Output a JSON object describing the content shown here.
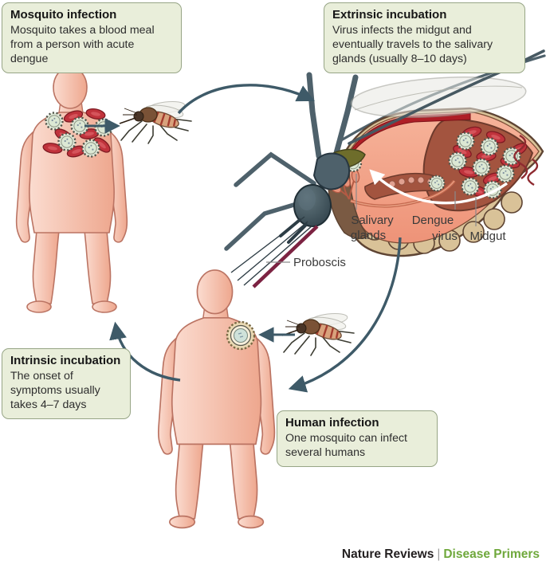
{
  "figure": {
    "callouts": {
      "mosquito_infection": {
        "title": "Mosquito infection",
        "body": "Mosquito takes a blood meal from a person with acute dengue"
      },
      "extrinsic_incubation": {
        "title": "Extrinsic incubation",
        "body": "Virus infects the midgut and eventually travels to the salivary glands (usually 8–10 days)"
      },
      "intrinsic_incubation": {
        "title": "Intrinsic incubation",
        "body": "The onset of symptoms usually takes 4–7 days"
      },
      "human_infection": {
        "title": "Human infection",
        "body": "One mosquito can infect several humans"
      }
    },
    "labels": {
      "salivary_line1": "Salivary",
      "salivary_line2": "glands",
      "dengue_line1": "Dengue",
      "dengue_line2": "virus",
      "midgut": "Midgut",
      "proboscis": "Proboscis"
    },
    "footer": {
      "journal": "Nature Reviews",
      "separator": "|",
      "series": "Disease Primers"
    },
    "colors": {
      "callout_bg": "#e9eeda",
      "callout_border": "#97a586",
      "arrow": "#3e5a68",
      "accent_green": "#6fa83c",
      "human_skin": "#f6c3b2",
      "blood_cell": "#c0333c",
      "virus_particle": "#dfe9d8",
      "proboscis_stripe": "#7c2342"
    }
  }
}
